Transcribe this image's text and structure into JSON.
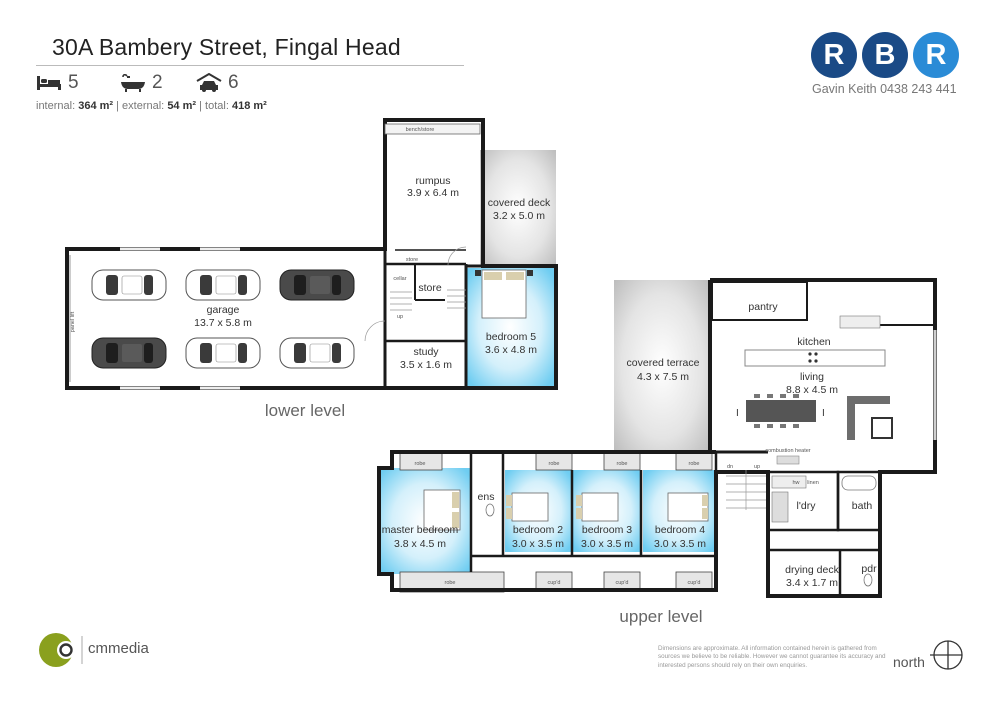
{
  "listing": {
    "address": "30A Bambery Street, Fingal Head",
    "beds": "5",
    "baths": "2",
    "cars": "6",
    "areas": {
      "internal_label": "internal:",
      "internal": "364 m²",
      "external_label": "external:",
      "external": "54 m²",
      "total_label": "total:",
      "total": "418 m²",
      "separator": "|"
    }
  },
  "agency": {
    "letters": [
      "R",
      "B",
      "R"
    ],
    "agent": "Gavin Keith  0438 243 441"
  },
  "levels": {
    "lower": "lower level",
    "upper": "upper level"
  },
  "rooms": {
    "garage": {
      "name": "garage",
      "dims": "13.7 x 5.8 m"
    },
    "rumpus": {
      "name": "rumpus",
      "dims": "3.9 x 6.4 m"
    },
    "covered_deck": {
      "name": "covered deck",
      "dims": "3.2 x 5.0 m"
    },
    "bedroom5": {
      "name": "bedroom 5",
      "dims": "3.6 x 4.8 m"
    },
    "study": {
      "name": "study",
      "dims": "3.5 x 1.6 m"
    },
    "store": {
      "name": "store"
    },
    "covered_terrace": {
      "name": "covered terrace",
      "dims": "4.3 x 7.5 m"
    },
    "pantry": {
      "name": "pantry"
    },
    "kitchen": {
      "name": "kitchen"
    },
    "living": {
      "name": "living",
      "dims": "8.8 x 4.5 m"
    },
    "master": {
      "name": "master bedroom",
      "dims": "3.8 x 4.5 m"
    },
    "ens": {
      "name": "ens"
    },
    "bedroom2": {
      "name": "bedroom 2",
      "dims": "3.0 x 3.5 m"
    },
    "bedroom3": {
      "name": "bedroom 3",
      "dims": "3.0 x 3.5 m"
    },
    "bedroom4": {
      "name": "bedroom 4",
      "dims": "3.0 x 3.5 m"
    },
    "laundry": {
      "name": "l'dry"
    },
    "bath": {
      "name": "bath"
    },
    "drying_deck": {
      "name": "drying deck",
      "dims": "3.4 x 1.7 m"
    },
    "pdr": {
      "name": "pdr"
    }
  },
  "small_labels": {
    "bench_store": "bench/store",
    "store": "store",
    "cellar": "cellar",
    "up": "up",
    "dn": "dn",
    "panel_lift": "panel lift",
    "robe": "robe",
    "cupd": "cup'd",
    "combustion_heater": "combustion heater",
    "hw": "hw",
    "linen": "linen"
  },
  "footer": {
    "cm_brand": "cmmedia",
    "disclaimer": "Dimensions are approximate. All information contained herein is gathered from sources we believe to be reliable. However we cannot guarantee its accuracy and interested persons should rely on their own enquiries.",
    "north": "north"
  },
  "colors": {
    "bedroom_fill": "#7fd3f4",
    "deck_fill": "#cfcfcf",
    "wall": "#1a1a1a",
    "brand_dark": "#1a4a86",
    "brand_light": "#2a8bd6",
    "cm_green": "#8aa01e"
  },
  "icons": [
    "bed-icon",
    "bath-icon",
    "car-icon"
  ]
}
